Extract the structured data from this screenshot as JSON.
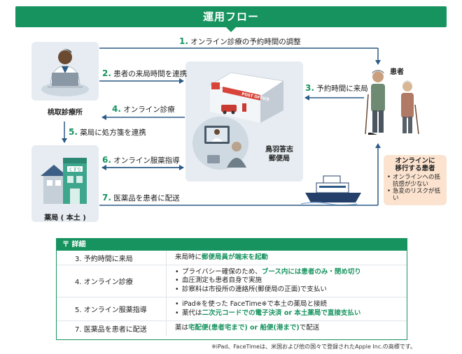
{
  "title": "運用フロー",
  "nodes": {
    "clinic": "桃取診療所",
    "post_office_line1": "鳥羽答志",
    "post_office_line2": "郵便局",
    "patient": "患者",
    "pharmacy": "薬局 ( 本土 )",
    "post_office_sign": "POST OFFICE",
    "pharmacy_sign": "くすり"
  },
  "flows": [
    {
      "num": "1.",
      "text": "オンライン診療の予約時間の調整"
    },
    {
      "num": "2.",
      "text": "患者の来局時間を連携"
    },
    {
      "num": "3.",
      "text": "予約時間に来局"
    },
    {
      "num": "4.",
      "text": "オンライン診療"
    },
    {
      "num": "5.",
      "text": "薬局に処方箋を連携"
    },
    {
      "num": "6.",
      "text": "オンライン服薬指導"
    },
    {
      "num": "7.",
      "text": "医薬品を患者に配送"
    }
  ],
  "callout": {
    "title_line1": "オンラインに",
    "title_line2": "移行する患者",
    "items": [
      "オンラインへの抵抗感が少ない",
      "急変のリスクが低い"
    ]
  },
  "details": {
    "icon": "〒",
    "heading": "詳細",
    "rows": [
      {
        "label": "3.  予約時間に来局",
        "lines": [
          [
            {
              "t": "来局時に"
            },
            {
              "t": "郵便局員が端末を起動",
              "hl": true
            }
          ]
        ],
        "bullet": false
      },
      {
        "label": "4.  オンライン診療",
        "lines": [
          [
            {
              "t": "プライバシー確保のため、"
            },
            {
              "t": "ブース内には患者のみ・閉め切り",
              "hl": true
            }
          ],
          [
            {
              "t": "血圧測定も患者自身で実施"
            }
          ],
          [
            {
              "t": "診察料は市役所の連絡所(郵便局の正面)で支払い"
            }
          ]
        ],
        "bullet": true
      },
      {
        "label": "5.  オンライン服薬指導",
        "lines": [
          [
            {
              "t": "iPad※を使った FaceTime※で本土の薬局と接続"
            }
          ],
          [
            {
              "t": "薬代は"
            },
            {
              "t": "二次元コードでの電子決済 or 本土薬局で直接支払い",
              "hl": true
            }
          ]
        ],
        "bullet": true
      },
      {
        "label": "7.  医薬品を患者に配送",
        "lines": [
          [
            {
              "t": "薬は"
            },
            {
              "t": "宅配便(患者宅まで) or 船便(港まで)",
              "hl": true
            },
            {
              "t": "で配送"
            }
          ]
        ],
        "bullet": false
      }
    ]
  },
  "footnote": "※iPad、FaceTimeは、米国および他の国々で登録されたApple Inc.の商標です。",
  "colors": {
    "accent": "#17935f",
    "arrow": "#2c5a86",
    "node_bg": "#e6ecf1",
    "callout_bg": "#fbe3cf"
  }
}
